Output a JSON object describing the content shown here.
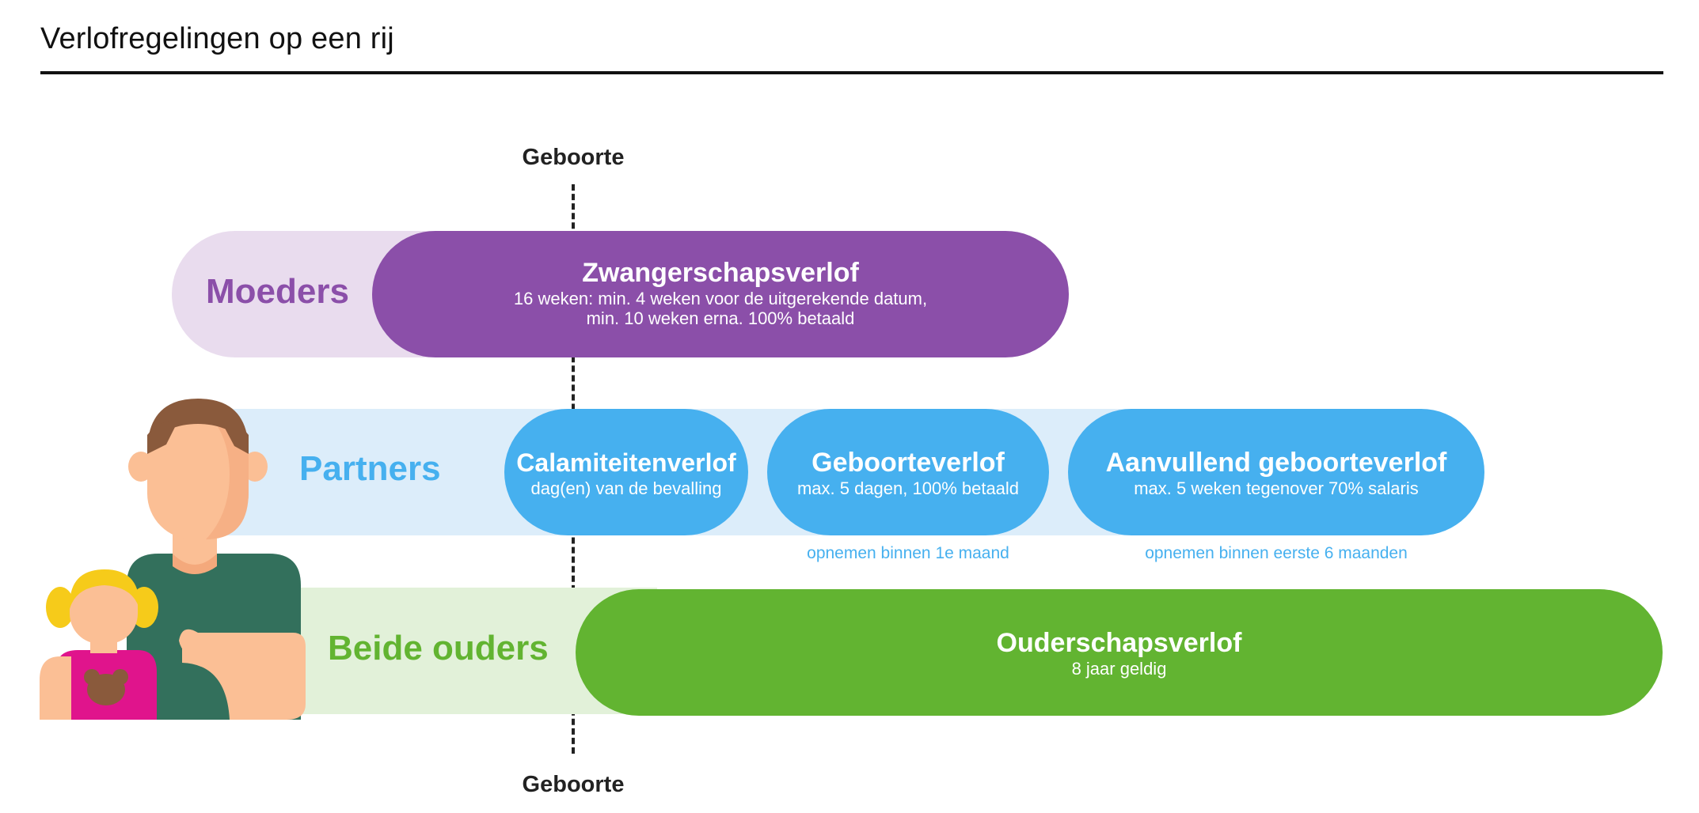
{
  "title": "Verlofregelingen op een rij",
  "birth": {
    "top_label": "Geboorte",
    "bottom_label": "Geboorte"
  },
  "rows": {
    "mothers": {
      "label": "Moeders",
      "leave": {
        "title": "Zwangerschapsverlof",
        "line1": "16 weken: min. 4 weken voor de uitgerekende datum,",
        "line2": "min. 10 weken erna. 100% betaald"
      }
    },
    "partners": {
      "label": "Partners",
      "leaves": [
        {
          "title": "Calamiteitenverlof",
          "sub": "dag(en) van de bevalling",
          "note": ""
        },
        {
          "title": "Geboorteverlof",
          "sub": "max. 5 dagen, 100% betaald",
          "note": "opnemen binnen 1e maand"
        },
        {
          "title": "Aanvullend geboorteverlof",
          "sub": "max. 5 weken tegenover 70% salaris",
          "note": "opnemen binnen eerste 6 maanden"
        }
      ]
    },
    "both": {
      "label": "Beide ouders",
      "leave": {
        "title": "Ouderschapsverlof",
        "sub": "8 jaar geldig"
      }
    }
  },
  "colors": {
    "mothers_track": "#e9dcee",
    "mothers_pill": "#8b4fa9",
    "partners_track": "#dcedfa",
    "partners_pill": "#46b0ef",
    "both_track": "#e2f1d9",
    "both_pill": "#62b431"
  },
  "icons": [
    "parent-with-child-illustration"
  ]
}
